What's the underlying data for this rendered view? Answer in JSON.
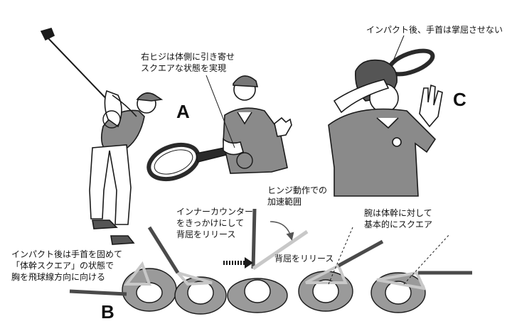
{
  "panel_labels": {
    "a": "A",
    "b": "B",
    "c": "C"
  },
  "captions": {
    "elbow_line1": "右ヒジは体側に引き寄せ",
    "elbow_line2": "スクエアな状態を実現",
    "impact_wrist": "インパクト後、手首は掌屈させない",
    "inner_counter_1": "インナーカウンター",
    "inner_counter_2": "をきっかけにして",
    "inner_counter_3": "背屈をリリース",
    "hinge_1": "ヒンジ動作での",
    "hinge_2": "加速範囲",
    "dorsiflex_release": "背屈をリリース",
    "arm_square_1": "腕は体幹に対して",
    "arm_square_2": "基本的にスクエア",
    "impact_fix_1": "インパクト後は手首を固めて",
    "impact_fix_2": "「体幹スクエア」の状態で",
    "impact_fix_3": "胸を飛球線方向に向ける"
  },
  "colors": {
    "ink": "#1a1a1a",
    "shirt_gray": "#8a8a8a",
    "body_gray": "#9a9a9a",
    "light_gray": "#c8c8c8",
    "dark_bar": "#4a4a4a"
  },
  "icons": [
    "golfer-illustration",
    "tennis-player-forehand-illustration",
    "tennis-player-followthrough-illustration",
    "hinge-arc-arrow",
    "dashed-motion-arrow"
  ]
}
